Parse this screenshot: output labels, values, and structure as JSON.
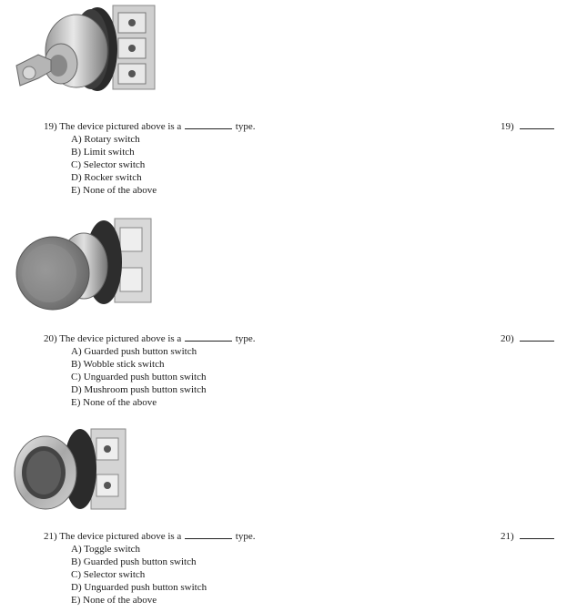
{
  "questions": [
    {
      "number": "19)",
      "stem_before": "19) The device pictured above is a",
      "stem_after": "type.",
      "options": [
        "A) Rotary switch",
        "B) Limit switch",
        "C) Selector switch",
        "D) Rocker switch",
        "E) None of the above"
      ],
      "image_icon": "key-selector-switch-icon"
    },
    {
      "number": "20)",
      "stem_before": "20) The device pictured above is a",
      "stem_after": "type.",
      "options": [
        "A) Guarded push button switch",
        "B) Wobble stick switch",
        "C) Unguarded push button switch",
        "D) Mushroom push button switch",
        "E) None of the above"
      ],
      "image_icon": "mushroom-push-button-icon"
    },
    {
      "number": "21)",
      "stem_before": "21) The device pictured above is a",
      "stem_after": "type.",
      "options": [
        "A) Toggle switch",
        "B) Guarded push button switch",
        "C) Selector switch",
        "D) Unguarded push button switch",
        "E) None of the above"
      ],
      "image_icon": "guarded-push-button-icon"
    }
  ]
}
